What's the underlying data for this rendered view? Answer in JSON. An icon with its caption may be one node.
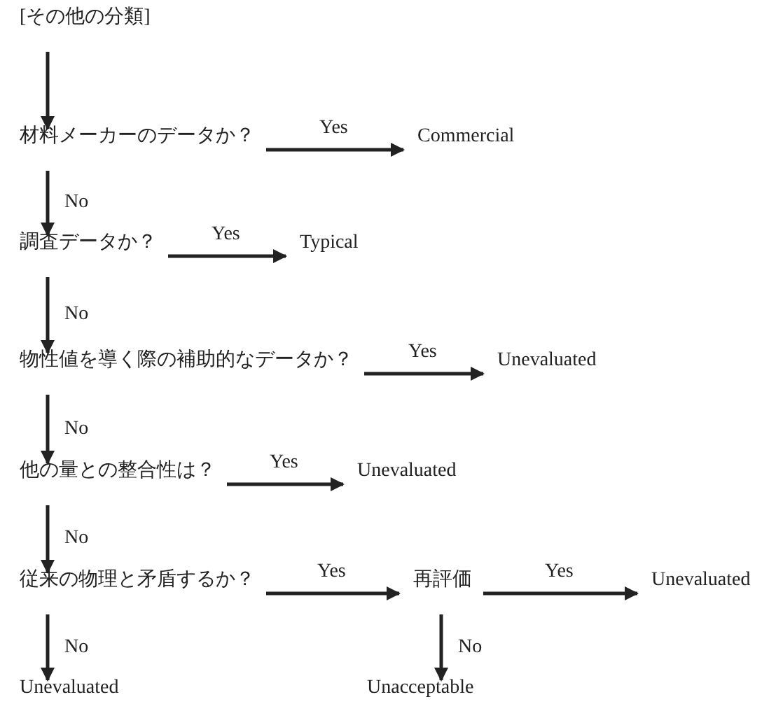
{
  "diagram": {
    "nodes": [
      {
        "text": [
          "[その他の分類]"
        ]
      },
      {
        "text": [
          "材料メーカーのデータか？"
        ]
      },
      {
        "text": [
          "Commercial"
        ]
      },
      {
        "text": [
          "調査データか？"
        ]
      },
      {
        "text": [
          "Typical"
        ]
      },
      {
        "text": [
          "物性値を導く際の補助的なデータか？"
        ]
      },
      {
        "text": [
          "Unevaluated"
        ]
      },
      {
        "text": [
          "他の量との整合性は？"
        ]
      },
      {
        "text": [
          "Unevaluated"
        ]
      },
      {
        "text": [
          "従来の物理と矛盾するか？"
        ]
      },
      {
        "text": [
          "再評価"
        ]
      },
      {
        "text": [
          "Unevaluated"
        ]
      },
      {
        "text": [
          "Unevaluated"
        ]
      },
      {
        "text": [
          "Unacceptable"
        ]
      }
    ],
    "edges": [
      {
        "from": 0,
        "to": 1,
        "arrow": "to"
      },
      {
        "from": 1,
        "to": 2,
        "arrow": "to",
        "label": "Yes"
      },
      {
        "from": 1,
        "to": 3,
        "arrow": "to",
        "label": "No"
      },
      {
        "from": 3,
        "to": 4,
        "arrow": "to",
        "label": "Yes"
      },
      {
        "from": 3,
        "to": 5,
        "arrow": "to",
        "label": "No"
      },
      {
        "from": 5,
        "to": 6,
        "arrow": "to",
        "label": "Yes"
      },
      {
        "from": 5,
        "to": 7,
        "arrow": "to",
        "label": "No"
      },
      {
        "from": 7,
        "to": 8,
        "arrow": "to",
        "label": "Yes"
      },
      {
        "from": 7,
        "to": 9,
        "arrow": "to",
        "label": "No"
      },
      {
        "from": 9,
        "to": 10,
        "arrow": "to",
        "label": "Yes"
      },
      {
        "from": 10,
        "to": 11,
        "arrow": "to",
        "label": "Yes"
      },
      {
        "from": 9,
        "to": 12,
        "arrow": "to",
        "label": "No"
      },
      {
        "from": 10,
        "to": 13,
        "arrow": "to",
        "label": "No"
      }
    ]
  }
}
